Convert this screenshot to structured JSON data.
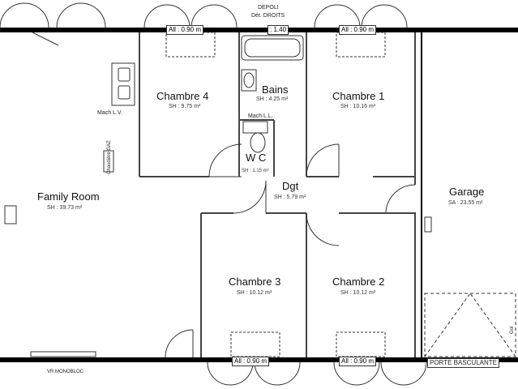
{
  "rooms": {
    "chambre4": {
      "name": "Chambre 4",
      "area": "SH : 9.75 m²"
    },
    "bains": {
      "name": "Bains",
      "area": "SH : 4.25 m²"
    },
    "chambre1": {
      "name": "Chambre 1",
      "area": "SH : 10.16 m²"
    },
    "wc": {
      "name": "W C",
      "area": "SH : 1.15 m²"
    },
    "dgt": {
      "name": "Dgt",
      "area": "SH : 5.79 m²"
    },
    "family": {
      "name": "Family Room",
      "area": "SH : 39.73 m²"
    },
    "garage": {
      "name": "Garage",
      "area": "SA : 23.55 m²"
    },
    "chambre3": {
      "name": "Chambre 3",
      "area": "SH : 10.12 m²"
    },
    "chambre2": {
      "name": "Chambre 2",
      "area": "SH : 10.12 m²"
    }
  },
  "windows": {
    "top_left": "All : 0.90 m",
    "top_right": "All : 0.90 m",
    "top_center": ": 1.40",
    "bottom_left": "All : 0.90 m",
    "bottom_right": "All : 0.90 m"
  },
  "notes": {
    "depoli": "DEPOLI",
    "droits": "Dét. DROITS",
    "mach_lv": "Mach L.V.",
    "mach_ll": "Mach L.L.",
    "chaudiere": "Chaudière GAZ",
    "vr": "VR MONOBLOC",
    "porte": "PORTE BASCULANTE",
    "gol": "Gol"
  }
}
